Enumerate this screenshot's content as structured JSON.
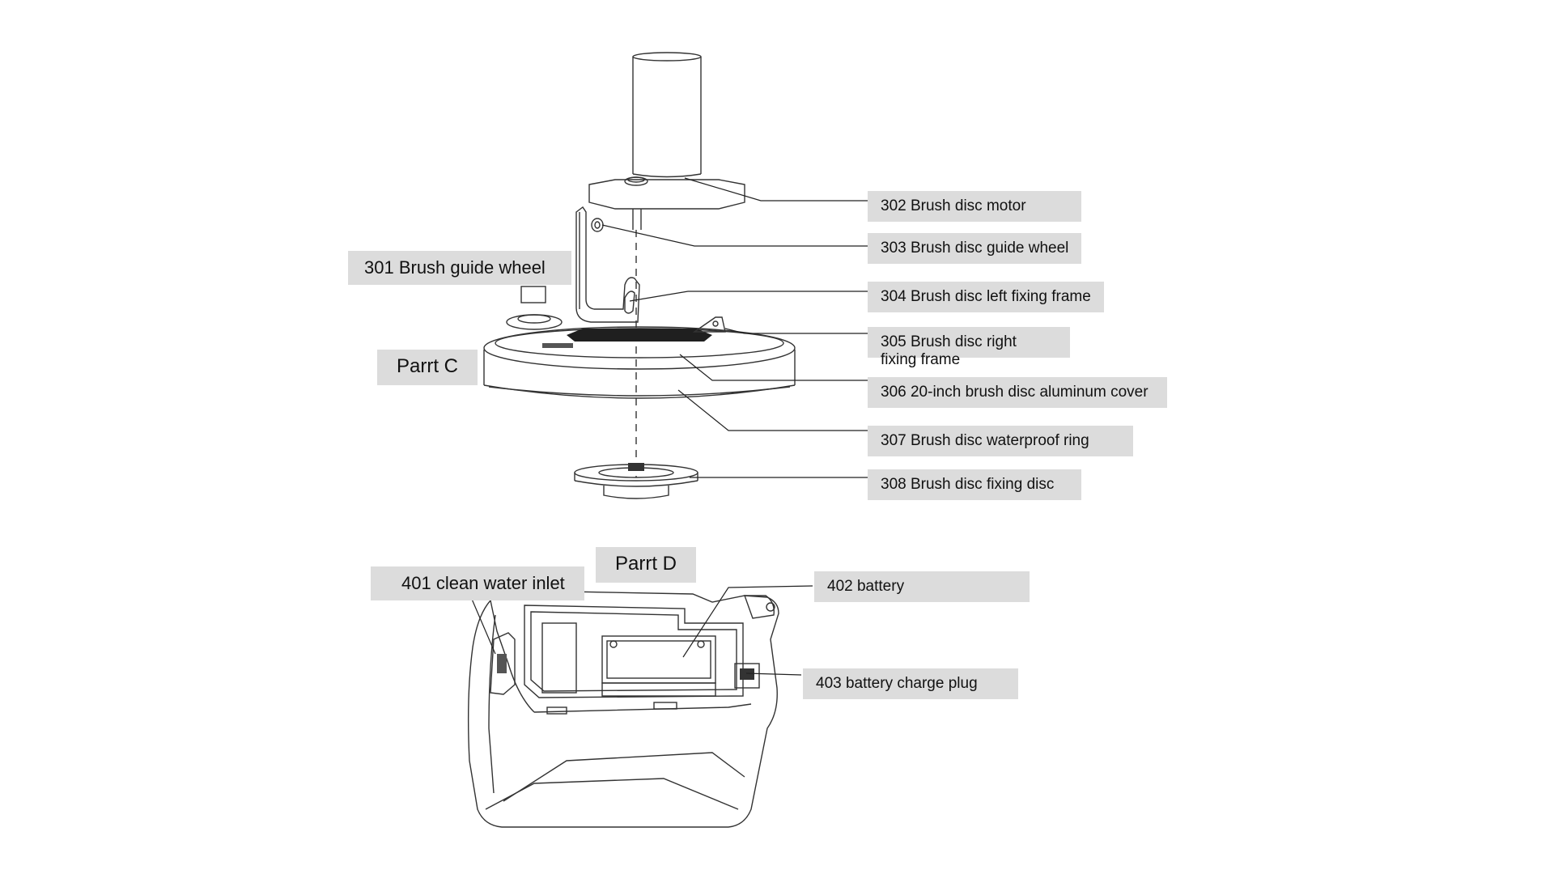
{
  "part_c": {
    "title": "Parrt C",
    "labels": {
      "l301": "301 Brush guide wheel",
      "l302": "302 Brush disc motor",
      "l303": "303 Brush disc guide wheel",
      "l304": "304 Brush disc left fixing frame",
      "l305": "305 Brush disc right fixing frame",
      "l306": "306 20-inch brush disc aluminum cover",
      "l307": "307 Brush disc waterproof ring",
      "l308": "308 Brush disc fixing disc"
    }
  },
  "part_d": {
    "title": "Parrt D",
    "labels": {
      "l401": "401 clean water inlet",
      "l402": "402 battery",
      "l403": "403 battery charge plug"
    }
  }
}
